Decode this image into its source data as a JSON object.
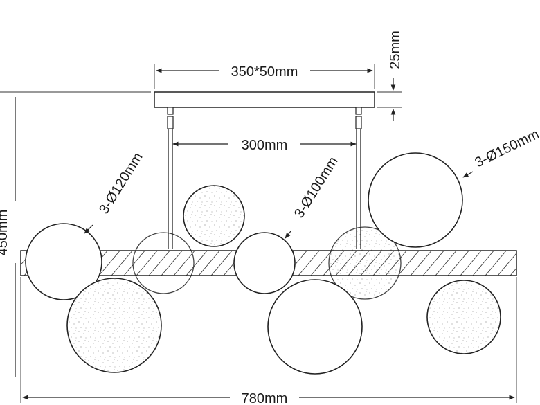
{
  "drawing": {
    "labels": {
      "canopy_width": "350*50mm",
      "canopy_height": "25mm",
      "rod_spacing": "300mm",
      "globe_small": "3-Ø100mm",
      "globe_medium": "3-Ø120mm",
      "globe_large": "3-Ø150mm",
      "overall_width": "780mm",
      "overall_height": "450mm"
    }
  }
}
